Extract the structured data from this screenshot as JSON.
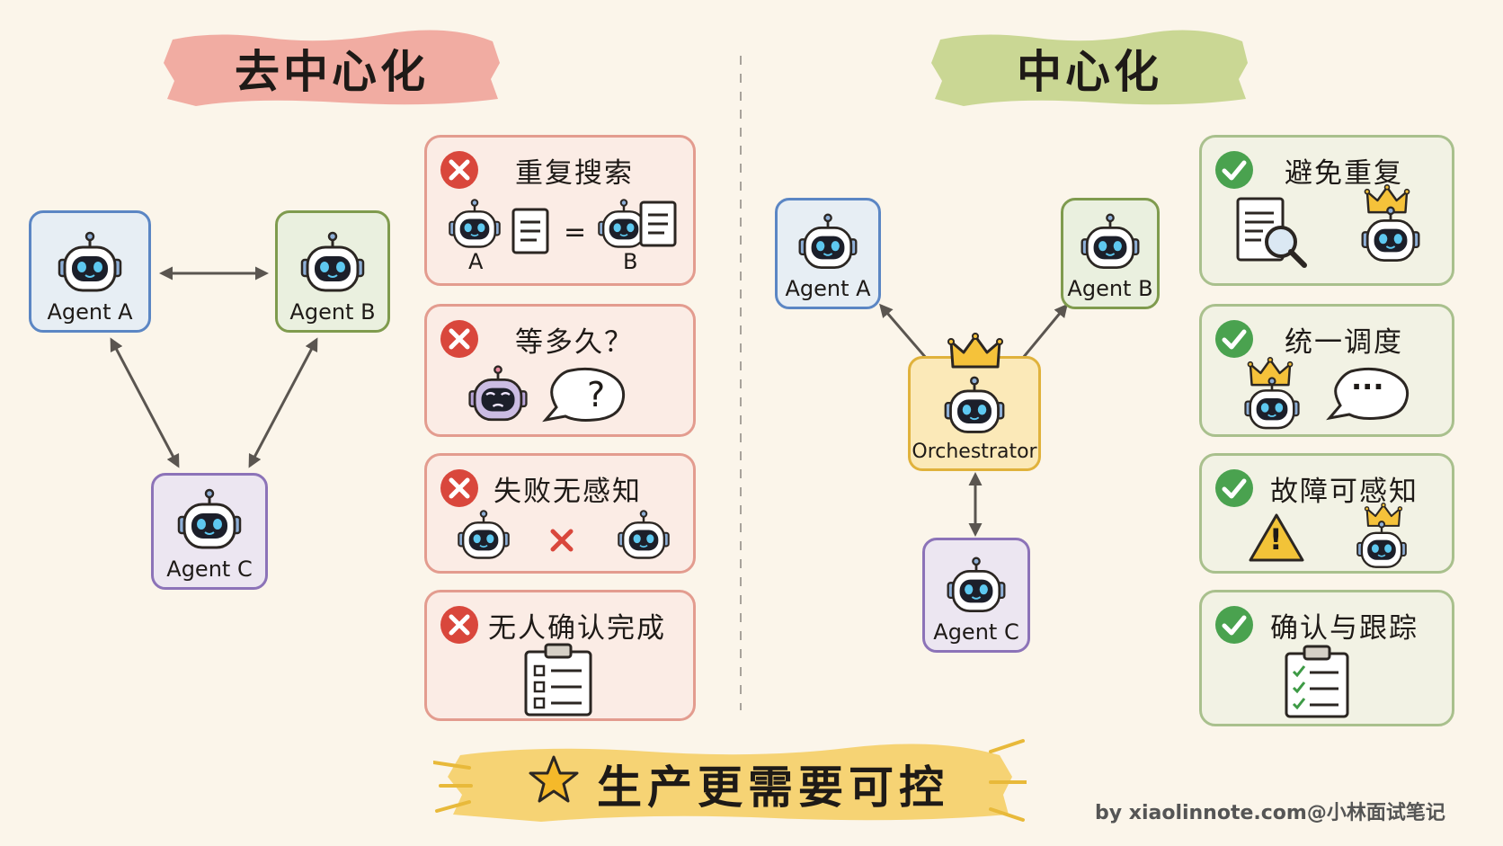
{
  "left": {
    "title": "去中心化",
    "agents": [
      "Agent A",
      "Agent B",
      "Agent C"
    ],
    "issues": [
      {
        "title": "重复搜索",
        "a": "A",
        "b": "B",
        "eq": "="
      },
      {
        "title": "等多久？",
        "q": "?"
      },
      {
        "title": "失败无感知"
      },
      {
        "title": "无人确认完成"
      }
    ]
  },
  "right": {
    "title": "中心化",
    "orchestrator": "Orchestrator",
    "agents": [
      "Agent A",
      "Agent B",
      "Agent C"
    ],
    "benefits": [
      {
        "title": "避免重复"
      },
      {
        "title": "统一调度",
        "bubble": "···"
      },
      {
        "title": "故障可感知",
        "warn": "!"
      },
      {
        "title": "确认与跟踪"
      }
    ]
  },
  "conclusion": "生产更需要可控",
  "credit": "by xiaolinnote.com@小林面试笔记",
  "colors": {
    "bad_border": "#e39c8f",
    "good_border": "#a9c08d",
    "blue": "#5b86c4",
    "green": "#7f9b4e",
    "purple": "#8c73b8",
    "gold": "#e0b23c"
  }
}
